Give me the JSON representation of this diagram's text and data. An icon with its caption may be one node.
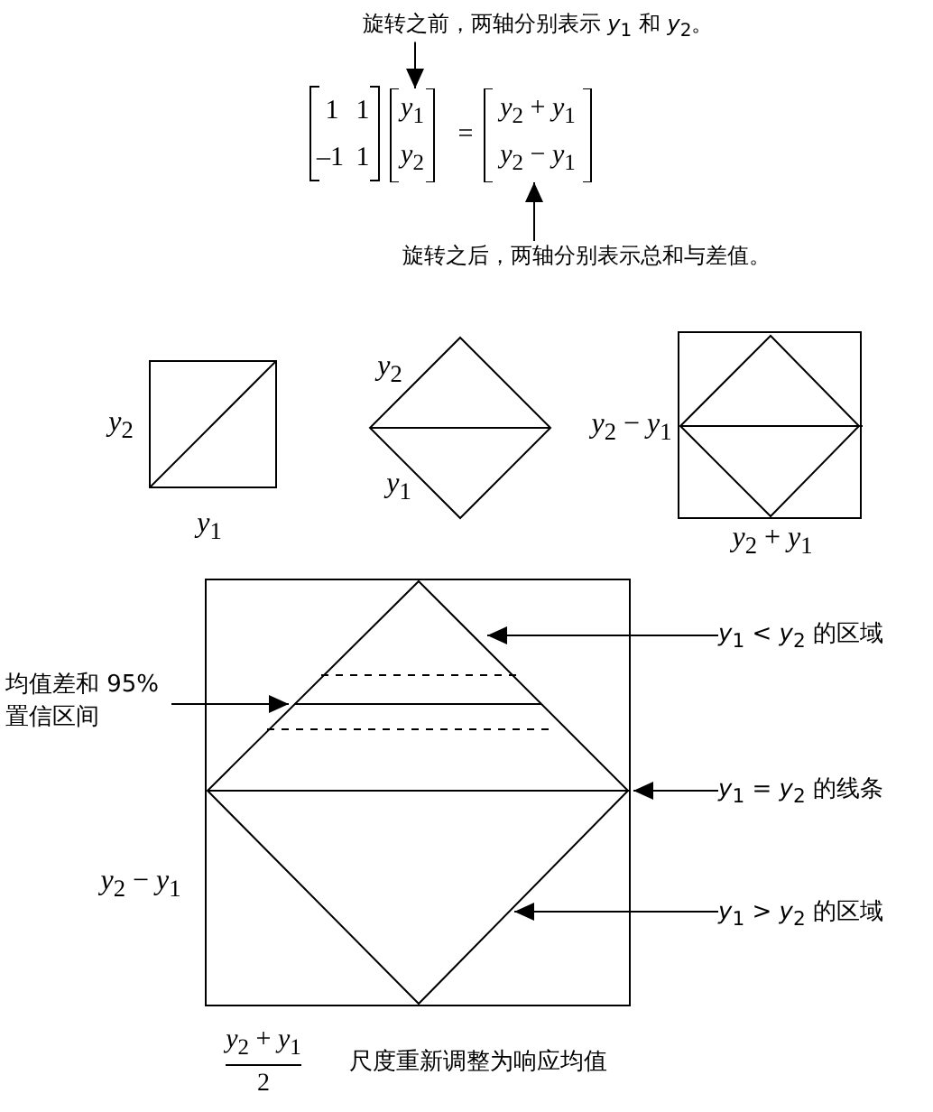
{
  "diagram": {
    "nodes": [
      {
        "text": [
          "旋转之前，两轴分别表示 *y*$_{1}$ 和 *y*$_{2}$。"
        ]
      },
      {
        "text": [
          "*y*$_{1}$",
          "*y*$_{2}$"
        ]
      },
      {
        "text": [
          "*y*$_{2}$ + *y*$_{1}$",
          "*y*$_{2}$ − *y*$_{1}$"
        ]
      },
      {
        "text": [
          "旋转之后，两轴分别表示总和与差值。"
        ]
      },
      {
        "text": [
          "均值差和 95% 置信区间"
        ]
      },
      {
        "text": [
          "*y*$_{1}$ < *y*$_{2}$ 的区域"
        ]
      },
      {
        "text": [
          "*y*$_{1}$ = *y*$_{2}$ 的线条"
        ]
      },
      {
        "text": [
          "*y*$_{1}$ > *y*$_{2}$ 的区域"
        ]
      }
    ],
    "edges": [
      {
        "from": 0,
        "to": 1,
        "arrow": "to"
      },
      {
        "from": 3,
        "to": 2,
        "arrow": "to"
      },
      {
        "from": 4,
        "to": null,
        "arrow": "to"
      },
      {
        "from": 5,
        "to": null,
        "arrow": "to"
      },
      {
        "from": 6,
        "to": null,
        "arrow": "to"
      },
      {
        "from": 7,
        "to": null,
        "arrow": "to"
      }
    ],
    "labels": [
      "1",
      "1",
      "–1",
      "1",
      "=",
      "*y*$_{2}$",
      "*y*$_{1}$",
      "*y*$_{2}$",
      "*y*$_{1}$",
      "*y*$_{2}$ − *y*$_{1}$",
      "*y*$_{2}$ + *y*$_{1}$",
      "*y*$_{2}$ − *y*$_{1}$",
      "*y*$_{2}$ + *y*$_{1}$",
      "2",
      "尺度重新调整为响应均值"
    ]
  }
}
